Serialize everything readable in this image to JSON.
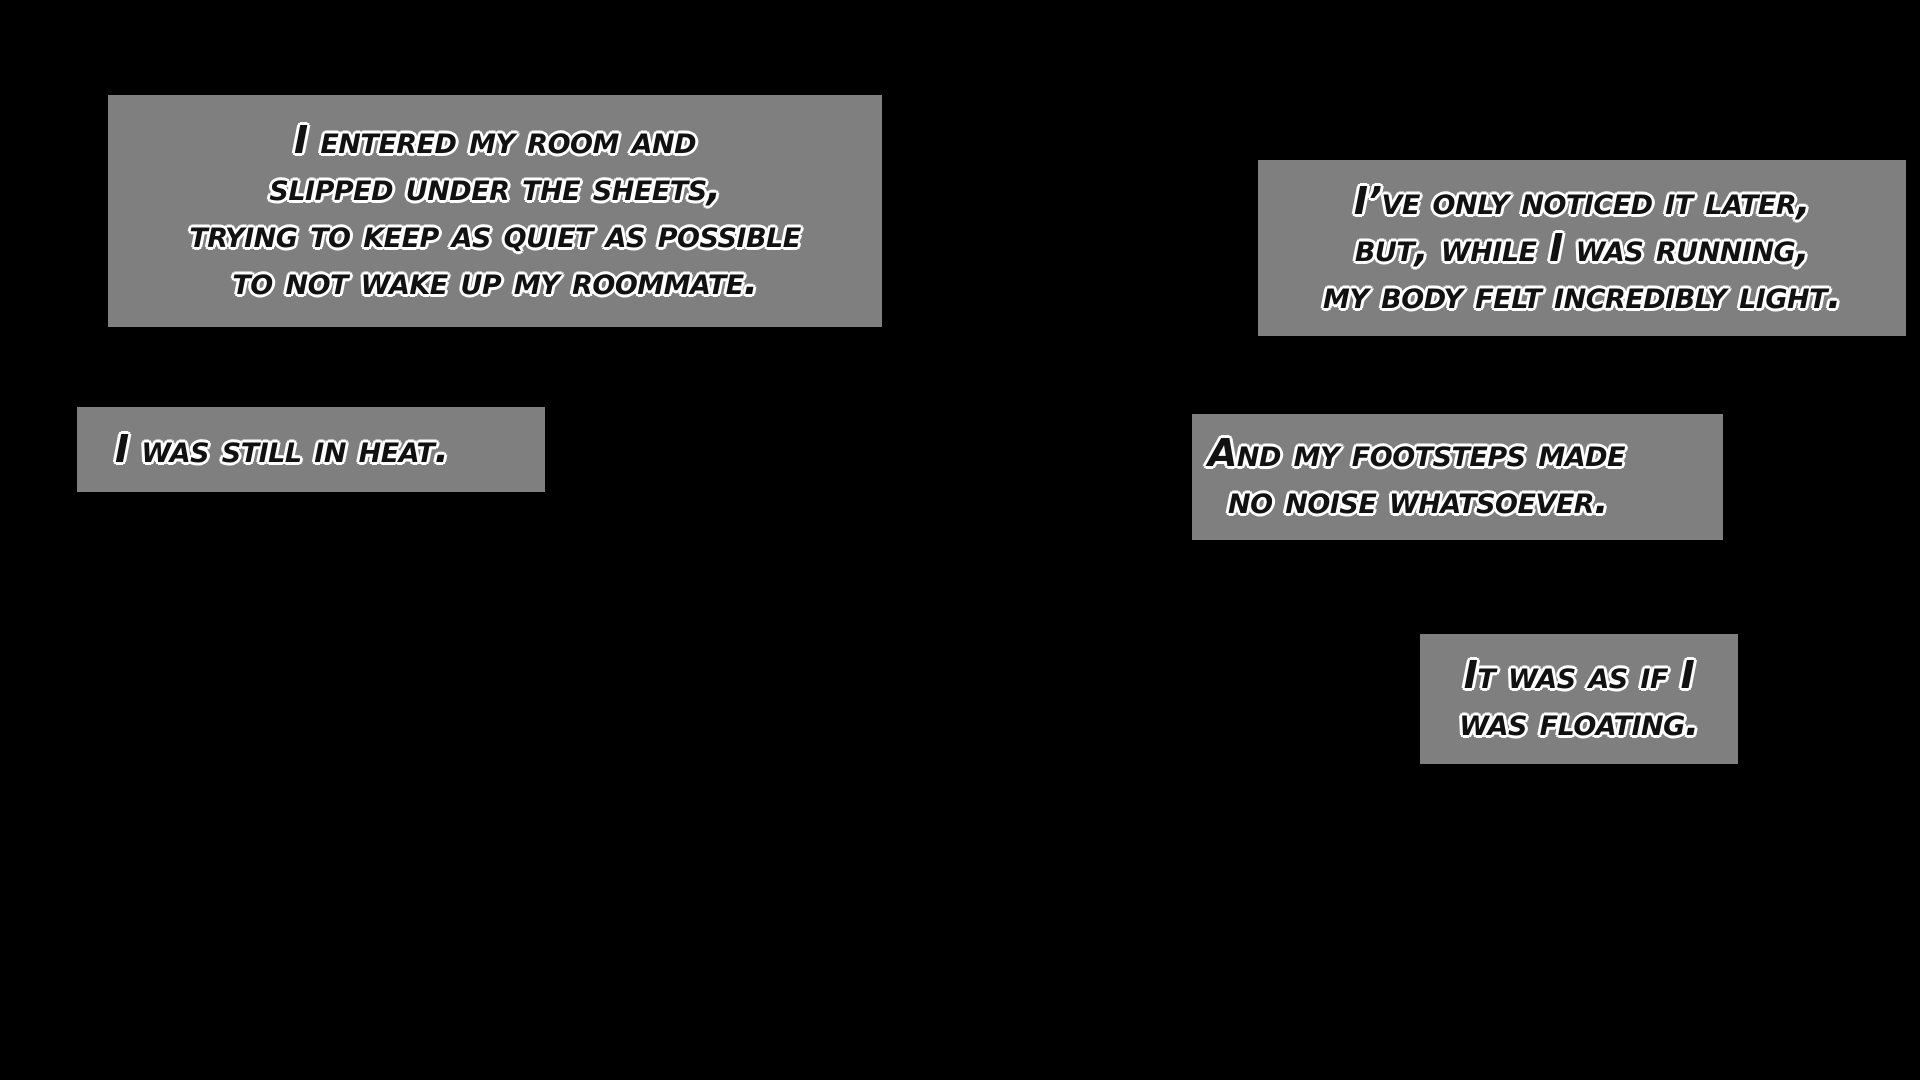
{
  "captions": [
    {
      "id": "box1",
      "lines": [
        "I entered my room and",
        "slipped under the sheets,",
        "trying to keep as quiet as possible",
        "to not wake up my roommate."
      ]
    },
    {
      "id": "box2",
      "lines": [
        "I’ve only noticed it later,",
        "but, while I was running,",
        "my body felt incredibly light."
      ]
    },
    {
      "id": "box3",
      "lines": [
        "I was still in heat."
      ]
    },
    {
      "id": "box4",
      "lines": [
        "And my footsteps made",
        "no noise whatsoever."
      ]
    },
    {
      "id": "box5",
      "lines": [
        "It was as if I",
        "was floating."
      ]
    }
  ],
  "colors": {
    "background": "#000000",
    "caption_box": "#7f7f7f",
    "text_fill": "#111111",
    "text_outline": "#ffffff"
  }
}
